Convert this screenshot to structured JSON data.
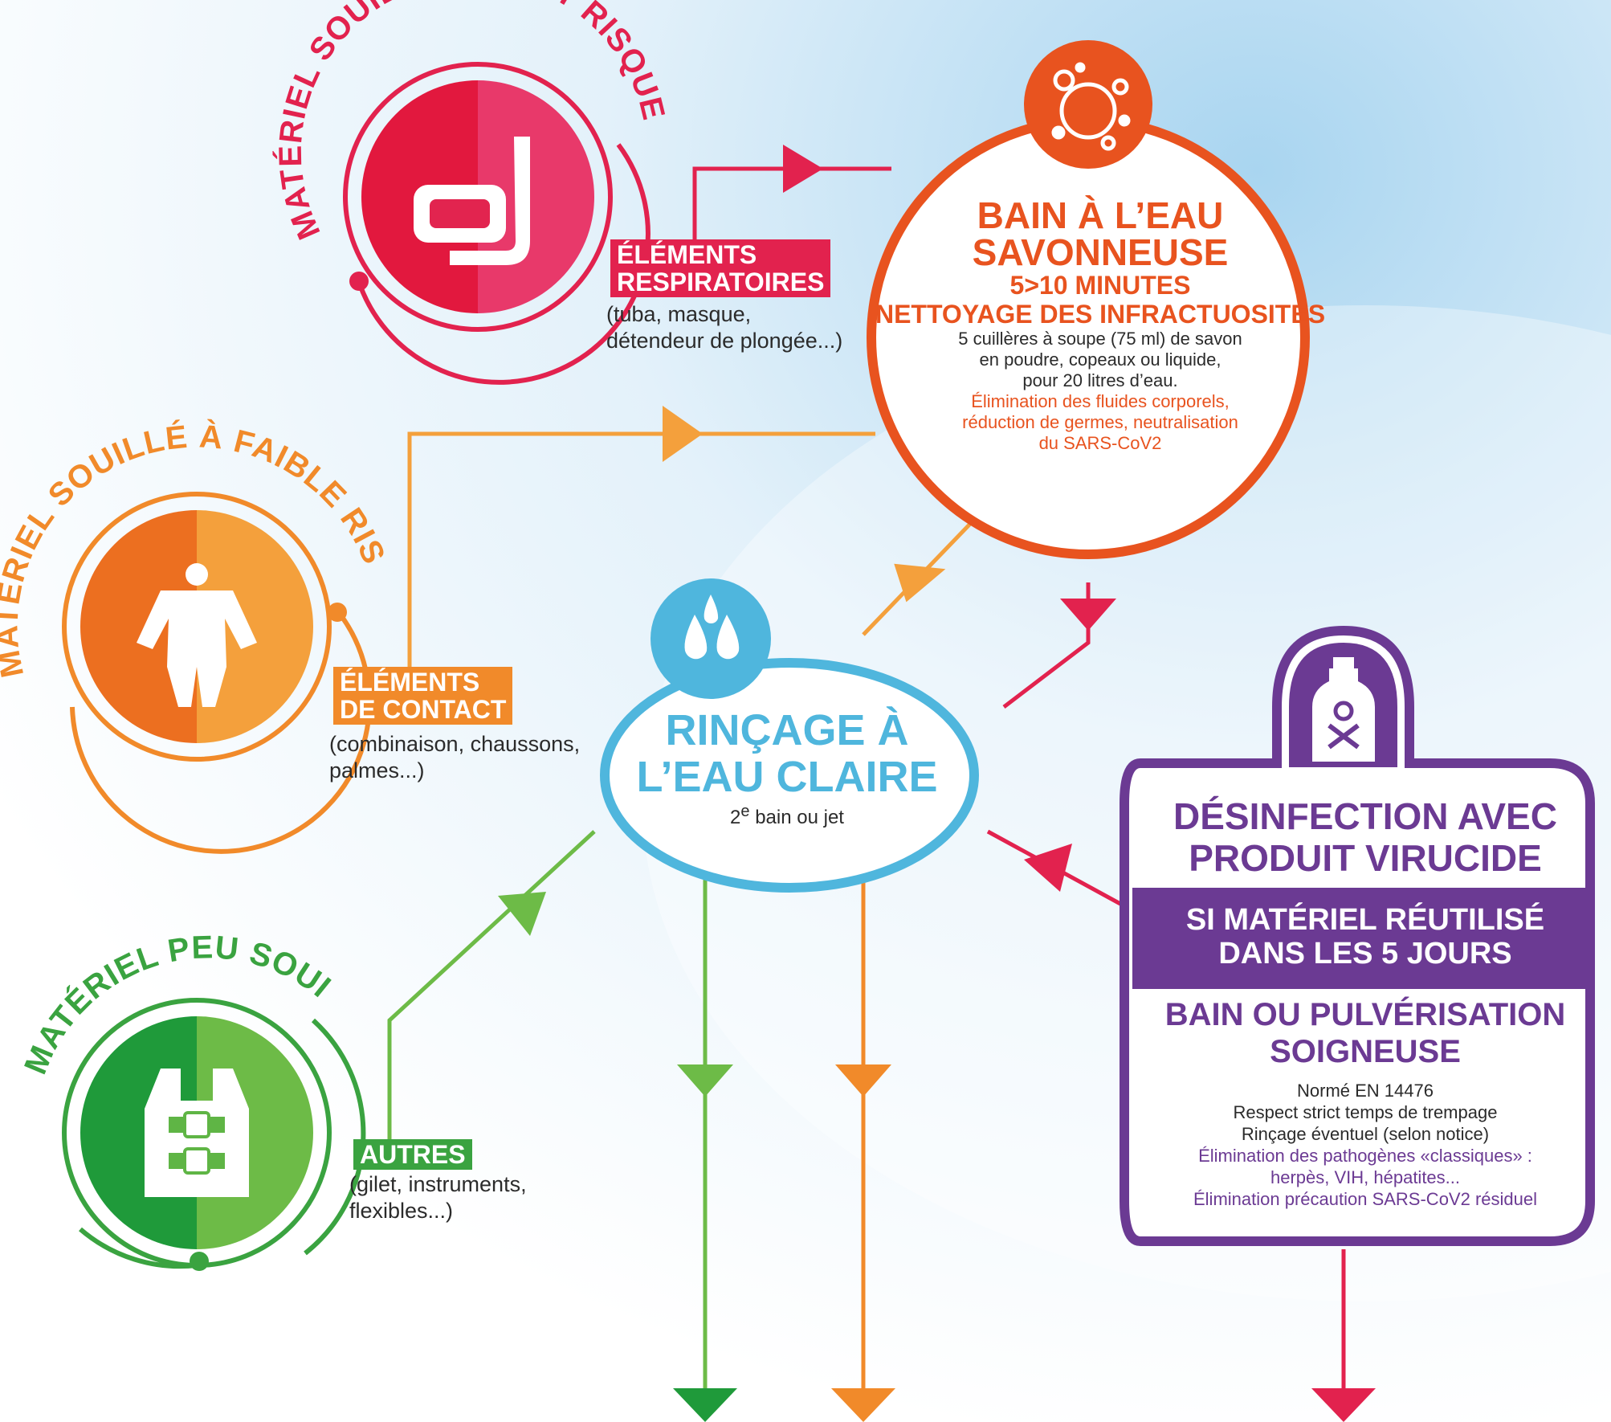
{
  "categories": {
    "high": {
      "title": "MATÉRIEL SOUILLÉ À HAUT RISQUE",
      "tag": [
        "ÉLÉMENTS",
        "RESPIRATOIRES"
      ],
      "desc": [
        "(tuba, masque,",
        "détendeur de plongée...)"
      ],
      "color": "#e2224e",
      "icon": "snorkel-mask-icon"
    },
    "low": {
      "title": "MATÉRIEL SOUILLÉ À FAIBLE RISQUE",
      "tag": [
        "ÉLÉMENTS",
        "DE CONTACT"
      ],
      "desc": [
        "(combinaison, chaussons,",
        "palmes...)"
      ],
      "color": "#f18a2a",
      "icon": "wetsuit-icon"
    },
    "lightly": {
      "title": "MATÉRIEL PEU SOUILLÉ",
      "tag": [
        "AUTRES"
      ],
      "desc": [
        "(gilet, instruments,",
        "flexibles...)"
      ],
      "color": "#3aa340",
      "icon": "life-vest-icon"
    }
  },
  "bath": {
    "title": [
      "BAIN À L’EAU",
      "SAVONNEUSE"
    ],
    "duration": "5>10 MINUTES",
    "cleaning": "NETTOYAGE DES INFRACTUOSITÉS",
    "body": [
      "5 cuillères à soupe (75 ml) de savon",
      "en poudre, copeaux ou liquide,",
      "pour 20 litres d’eau."
    ],
    "note": [
      "Élimination des fluides corporels,",
      "réduction de germes, neutralisation",
      "du SARS-CoV2"
    ],
    "color": "#e8531f",
    "icon": "soap-bubbles-icon"
  },
  "rinse": {
    "title": [
      "RINÇAGE À",
      "L’EAU CLAIRE"
    ],
    "sub_sup": "e",
    "sub_pre": "2",
    "sub_post": " bain ou jet",
    "color": "#4fb6dd",
    "icon": "water-drops-icon"
  },
  "disinfect": {
    "title": [
      "DÉSINFECTION AVEC",
      "PRODUIT VIRUCIDE"
    ],
    "condition": [
      "SI MATÉRIEL RÉUTILISÉ",
      "DANS LES 5 JOURS"
    ],
    "method": [
      "BAIN OU PULVÉRISATION",
      "SOIGNEUSE"
    ],
    "body": [
      "Normé EN 14476",
      "Respect strict temps de trempage",
      "Rinçage éventuel (selon notice)"
    ],
    "note": [
      "Élimination des pathogènes «classiques» :",
      "herpès, VIH, hépatites...",
      "Élimination précaution SARS-CoV2 résiduel"
    ],
    "color": "#6b3a93",
    "icon": "toxic-bottle-icon"
  }
}
